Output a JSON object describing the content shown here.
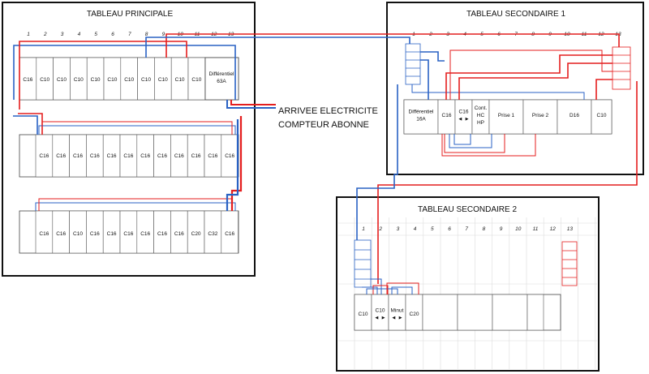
{
  "tableau_principal": {
    "title": "TABLEAU PRINCIPALE",
    "numbers": [
      "1",
      "2",
      "3",
      "4",
      "5",
      "6",
      "7",
      "8",
      "9",
      "10",
      "11",
      "12",
      "13"
    ],
    "row1": [
      "C16",
      "C10",
      "C10",
      "C10",
      "C10",
      "C10",
      "C10",
      "C10",
      "C10",
      "C10",
      "C10"
    ],
    "row1_diff": [
      "Différentiel",
      "63A"
    ],
    "row2": [
      "C16",
      "C16",
      "C16",
      "C16",
      "C16",
      "C16",
      "C16",
      "C16",
      "C16",
      "C16",
      "C16",
      "C16"
    ],
    "row3": [
      "C16",
      "C16",
      "C10",
      "C16",
      "C16",
      "C16",
      "C16",
      "C16",
      "C16",
      "C20",
      "C32",
      "C16"
    ]
  },
  "arrivee": {
    "line1": "ARRIVEE ELECTRICITE",
    "line2": "COMPTEUR ABONNE"
  },
  "tableau_secondaire_1": {
    "title": "TABLEAU SECONDAIRE 1",
    "numbers": [
      "1",
      "2",
      "3",
      "4",
      "5",
      "6",
      "7",
      "8",
      "9",
      "10",
      "11",
      "12",
      "13"
    ],
    "modules": [
      [
        "Différentiel",
        "16A"
      ],
      [
        "C16"
      ],
      [
        "C16",
        "◄ ►"
      ],
      [
        "Cont.",
        "HC",
        "HP"
      ],
      [
        "Prise 1"
      ],
      [
        "Prise 2"
      ],
      [
        "D16"
      ],
      [
        "C10"
      ]
    ]
  },
  "tableau_secondaire_2": {
    "title": "TABLEAU SECONDAIRE 2",
    "numbers": [
      "1",
      "2",
      "3",
      "4",
      "5",
      "6",
      "7",
      "8",
      "9",
      "10",
      "11",
      "12",
      "13"
    ],
    "modules": [
      [
        "C10"
      ],
      [
        "C10",
        "◄ ►"
      ],
      [
        "Minut",
        "◄ ►"
      ],
      [
        "C20"
      ]
    ]
  },
  "colors": {
    "phase": "#e41e1e",
    "neutral": "#2a62c4",
    "frame": "#111111"
  }
}
